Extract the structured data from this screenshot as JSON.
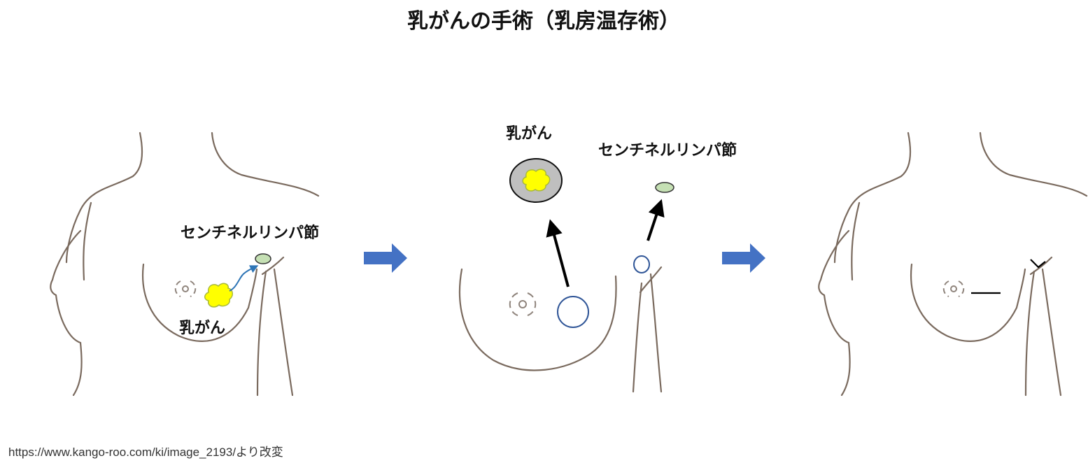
{
  "title": "乳がんの手術（乳房温存術）",
  "panel_before": {
    "sentinel_label": "センチネルリンパ節",
    "cancer_label": "乳がん"
  },
  "panel_excision": {
    "cancer_label": "乳がん",
    "sentinel_label": "センチネルリンパ節"
  },
  "source": "https://www.kango-roo.com/ki/image_2193/より改変",
  "colors": {
    "arrow": "#4472c4",
    "tumor": "#ffff00",
    "lymph_node": "#c5e0b4",
    "excised_tissue": "#bfbfbf",
    "outline": "#7a6a5e",
    "incision_circle": "#2f5597"
  }
}
